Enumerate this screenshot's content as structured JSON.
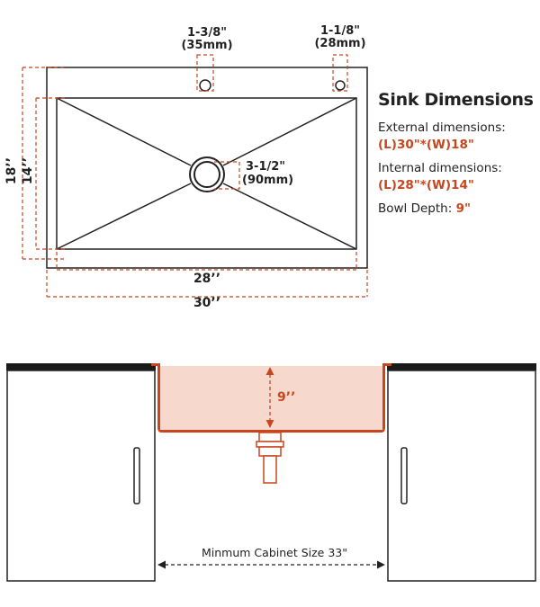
{
  "colors": {
    "accent": "#c8461e",
    "outline": "#222222",
    "basin_fill": "#f6d8cc",
    "counter": "#1a1a1a"
  },
  "top_view": {
    "left_hole_dim": "1-3/8\"",
    "left_hole_mm": "(35mm)",
    "right_hole_dim": "1-1/8\"",
    "right_hole_mm": "(28mm)",
    "drain_dim": "3-1/2\"",
    "drain_mm": "(90mm)",
    "external_width": "30’’",
    "internal_width": "28’’",
    "external_height": "18’’",
    "internal_height": "14’’"
  },
  "panel": {
    "title": "Sink Dimensions",
    "external_label": "External dimensions:",
    "external_value": "(L)30\"*(W)18\"",
    "internal_label": "Internal dimensions:",
    "internal_value": "(L)28\"*(W)14\"",
    "bowl_label": "Bowl Depth:",
    "bowl_value": "9\""
  },
  "side_view": {
    "depth_label": "9’’",
    "cabinet_note": "Minmum Cabinet Size 33\""
  }
}
